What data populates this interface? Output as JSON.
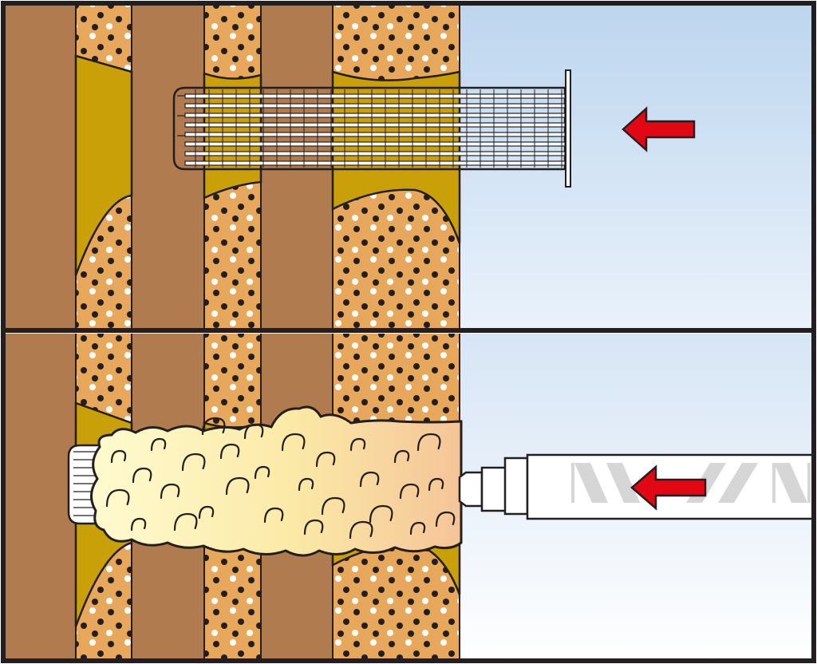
{
  "diagram": {
    "panels": [
      {
        "step": "insert-sleeve",
        "arrow_direction": "left"
      },
      {
        "step": "inject-mortar",
        "arrow_direction": "left"
      }
    ],
    "colors": {
      "frame": "#231f20",
      "brick": "#b07c4f",
      "mortar": "#e8a85b",
      "cavity": "#c9a007",
      "sky_top": "#bcd5ee",
      "sky_bottom": "#f4f8fd",
      "sleeve": "#ffffff",
      "arrow": "#e30613",
      "foam_light": "#fff5b8",
      "foam_dark": "#f7c89a",
      "cartridge_stripe": "#d6d6d6"
    },
    "icons": [
      "left-arrow-icon",
      "left-arrow-icon"
    ]
  }
}
